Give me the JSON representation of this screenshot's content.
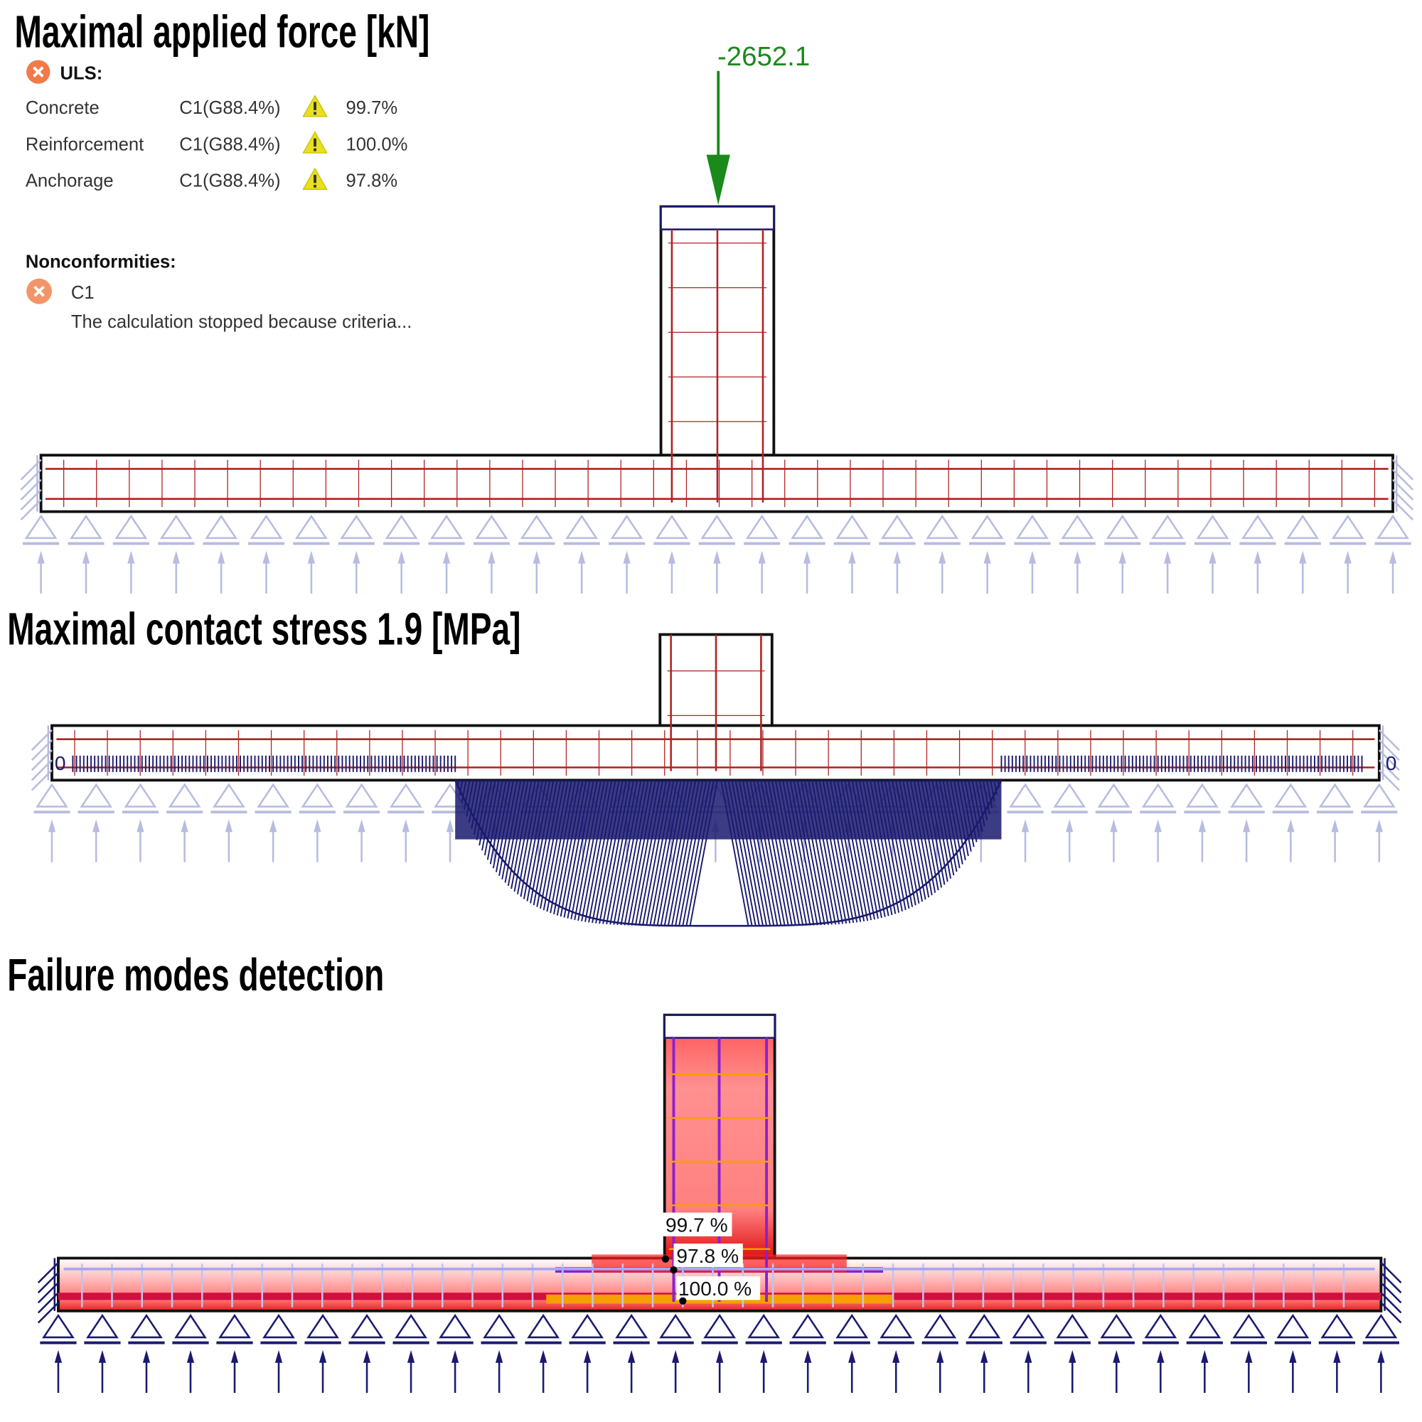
{
  "sections": {
    "force_title": "Maximal applied force [kN]",
    "stress_title": "Maximal contact  stress 1.9  [MPa]",
    "failure_title": "Failure modes detection"
  },
  "uls": {
    "heading": "ULS:",
    "rows": [
      {
        "name": "Concrete",
        "combo": "C1(G88.4%)",
        "value": "99.7%"
      },
      {
        "name": "Reinforcement",
        "combo": "C1(G88.4%)",
        "value": "100.0%"
      },
      {
        "name": "Anchorage",
        "combo": "C1(G88.4%)",
        "value": "97.8%"
      }
    ]
  },
  "nonconformities": {
    "heading": "Nonconformities:",
    "item": "C1",
    "message": "The calculation stopped because criteria..."
  },
  "load": {
    "value": "-2652.1"
  },
  "failure_labels": {
    "concrete": "99.7 %",
    "anchorage": "97.8 %",
    "reinforcement": "100.0 %"
  },
  "stress_zero_label": "0",
  "colors": {
    "load": "#1a8a1a",
    "structure": "#1a1a6e",
    "rebar": "#b22222",
    "error": "#f07a4a",
    "warning": "#e8e020"
  }
}
